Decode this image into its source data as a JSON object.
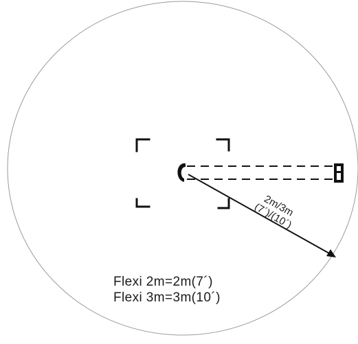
{
  "radius_label": {
    "line1": "2m/3m",
    "line2": "(7´)/(10´)"
  },
  "caption": {
    "line1": "Flexi 2m=2m(7´)",
    "line2": "Flexi 3m=3m(10´)"
  }
}
